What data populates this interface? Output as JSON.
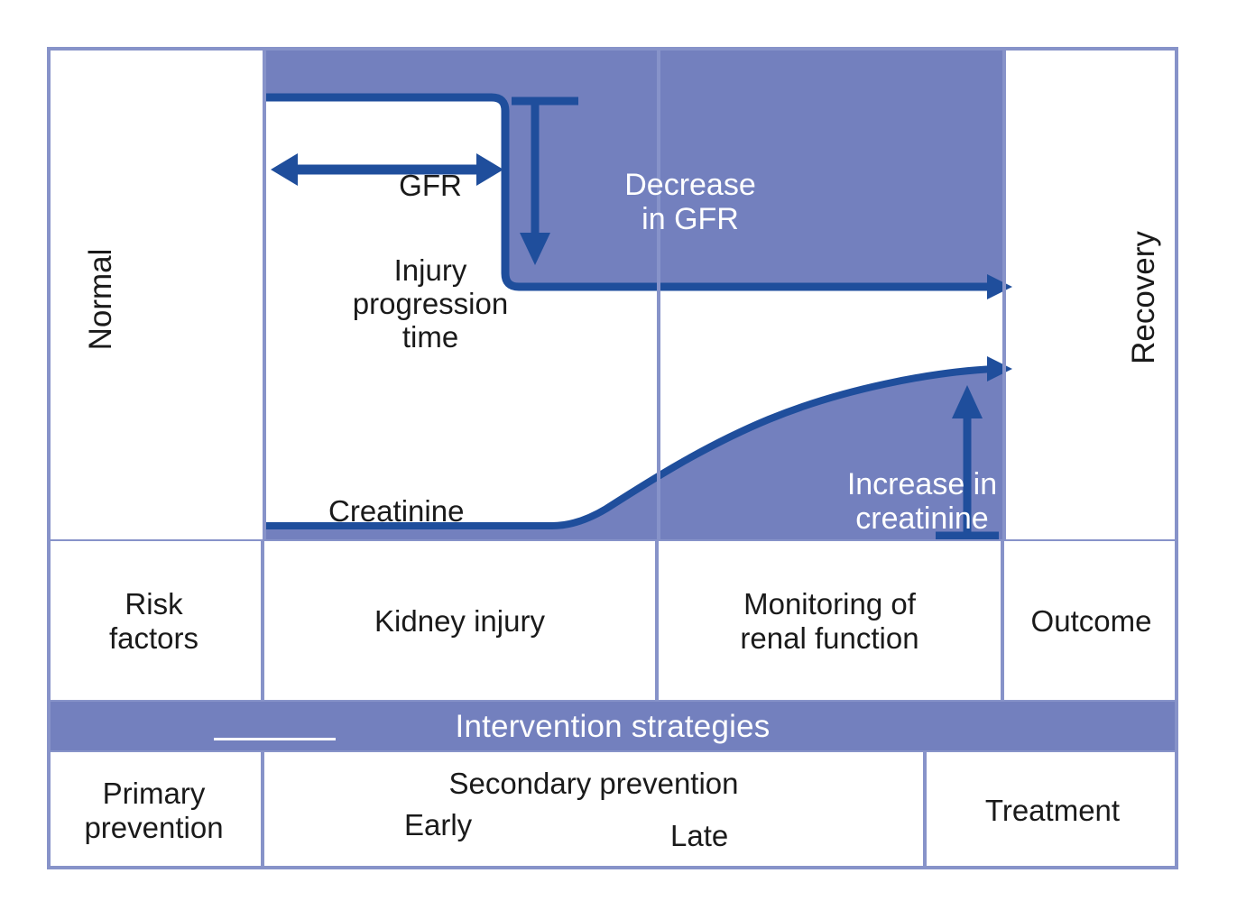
{
  "figure": {
    "title": "Acute kidney injury timeline: GFR decline and creatinine rise with intervention strategies"
  },
  "axis_labels": {
    "left": "Normal",
    "right": "Recovery"
  },
  "chart_labels": {
    "gfr": "GFR",
    "injury_time": "Injury\nprogression\ntime",
    "decrease_gfr": "Decrease\nin GFR",
    "creatinine": "Creatinine",
    "increase_creatinine": "Increase in\ncreatinine"
  },
  "phase_row": {
    "cells": [
      {
        "label": "Risk\nfactors"
      },
      {
        "label": "Kidney injury"
      },
      {
        "label": "Monitoring of\nrenal function"
      },
      {
        "label": "Outcome"
      }
    ]
  },
  "intervention_band": {
    "label": "Intervention strategies"
  },
  "strategy_row": {
    "primary": "Primary\nprevention",
    "secondary_title": "Secondary prevention",
    "secondary_early": "Early",
    "secondary_late": "Late",
    "treatment": "Treatment"
  },
  "colors": {
    "fill": "#7380be",
    "line": "#1f4e9c",
    "grid": "#8793c9",
    "text": "#1a1a1a",
    "text_on_fill": "#ffffff",
    "background": "#ffffff"
  },
  "chart_data": {
    "type": "line",
    "title": "GFR and creatinine trajectory during acute kidney injury",
    "xlabel": "Injury progression time",
    "ylabel": "",
    "x_phases": [
      "Normal",
      "Kidney injury",
      "Monitoring of renal function",
      "Recovery"
    ],
    "series": [
      {
        "name": "GFR",
        "description": "Normal plateau then sharp drop to low plateau",
        "points": [
          {
            "x": 0.0,
            "y": 1.0
          },
          {
            "x": 0.26,
            "y": 1.0
          },
          {
            "x": 0.31,
            "y": 0.52
          },
          {
            "x": 1.0,
            "y": 0.52
          }
        ]
      },
      {
        "name": "Creatinine",
        "description": "Normal baseline then delayed gradual rise",
        "points": [
          {
            "x": 0.0,
            "y": 0.04
          },
          {
            "x": 0.29,
            "y": 0.04
          },
          {
            "x": 0.4,
            "y": 0.12
          },
          {
            "x": 0.55,
            "y": 0.24
          },
          {
            "x": 0.72,
            "y": 0.33
          },
          {
            "x": 0.88,
            "y": 0.39
          },
          {
            "x": 1.0,
            "y": 0.41
          }
        ]
      }
    ],
    "annotations": [
      {
        "text": "Decrease in GFR",
        "type": "vertical-arrow-down"
      },
      {
        "text": "Increase in creatinine",
        "type": "vertical-arrow-up"
      },
      {
        "text": "GFR",
        "type": "horizontal-double-arrow"
      }
    ],
    "grid": false,
    "legend": "none"
  }
}
